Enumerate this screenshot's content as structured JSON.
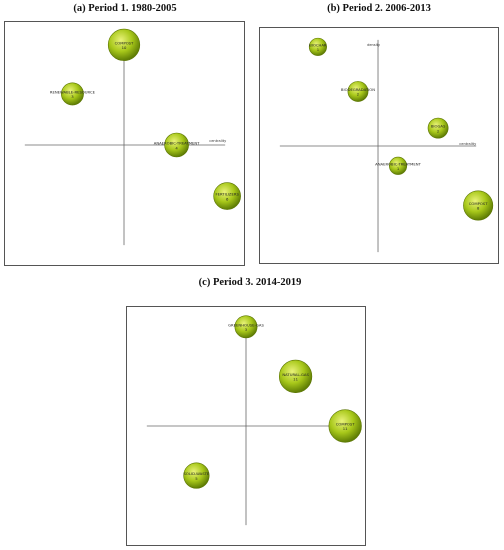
{
  "chart_data": [
    {
      "type": "scatter",
      "title": "(a) Period 1. 1980-2005",
      "xlabel": "centrality",
      "ylabel": "",
      "points": [
        {
          "label": "COMPOST",
          "count": "10",
          "centrality": 0.0,
          "density": 1.0,
          "size": 10
        },
        {
          "label": "RENEWABLE-RESOURCE",
          "count": "3",
          "centrality": -0.5,
          "density": 0.51,
          "size": 3
        },
        {
          "label": "ANAEROBIC-TREATMENT",
          "count": "4",
          "centrality": 0.51,
          "density": 0.0,
          "size": 4
        },
        {
          "label": "FERTILIZERS",
          "count": "6",
          "centrality": 1.0,
          "density": -0.51,
          "size": 6
        }
      ]
    },
    {
      "type": "scatter",
      "title": "(b) Period 2. 2006-2013",
      "xlabel": "centrality",
      "ylabel": "density",
      "points": [
        {
          "label": "BIOCHAR",
          "count": "1",
          "centrality": -0.6,
          "density": 1.0,
          "size": 1
        },
        {
          "label": "BIODEGRADATION",
          "count": "2",
          "centrality": -0.2,
          "density": 0.55,
          "size": 2
        },
        {
          "label": "BIOGAS",
          "count": "2",
          "centrality": 0.6,
          "density": 0.18,
          "size": 2
        },
        {
          "label": "ANAEROBIC-TREATMENT",
          "count": "1",
          "centrality": 0.2,
          "density": -0.2,
          "size": 1
        },
        {
          "label": "COMPOST",
          "count": "8",
          "centrality": 1.0,
          "density": -0.6,
          "size": 8
        }
      ]
    },
    {
      "type": "scatter",
      "title": "(c) Period 3. 2014-2019",
      "xlabel": "",
      "ylabel": "",
      "points": [
        {
          "label": "GREENHOUSE-GAS",
          "count": "3",
          "centrality": 0.0,
          "density": 1.0,
          "size": 3
        },
        {
          "label": "NATURAL-GAS",
          "count": "11",
          "centrality": 0.5,
          "density": 0.5,
          "size": 11
        },
        {
          "label": "COMPOST",
          "count": "11",
          "centrality": 1.0,
          "density": 0.0,
          "size": 11
        },
        {
          "label": "SOLID-WASTE",
          "count": "5",
          "centrality": -0.5,
          "density": -0.5,
          "size": 5
        }
      ]
    }
  ]
}
